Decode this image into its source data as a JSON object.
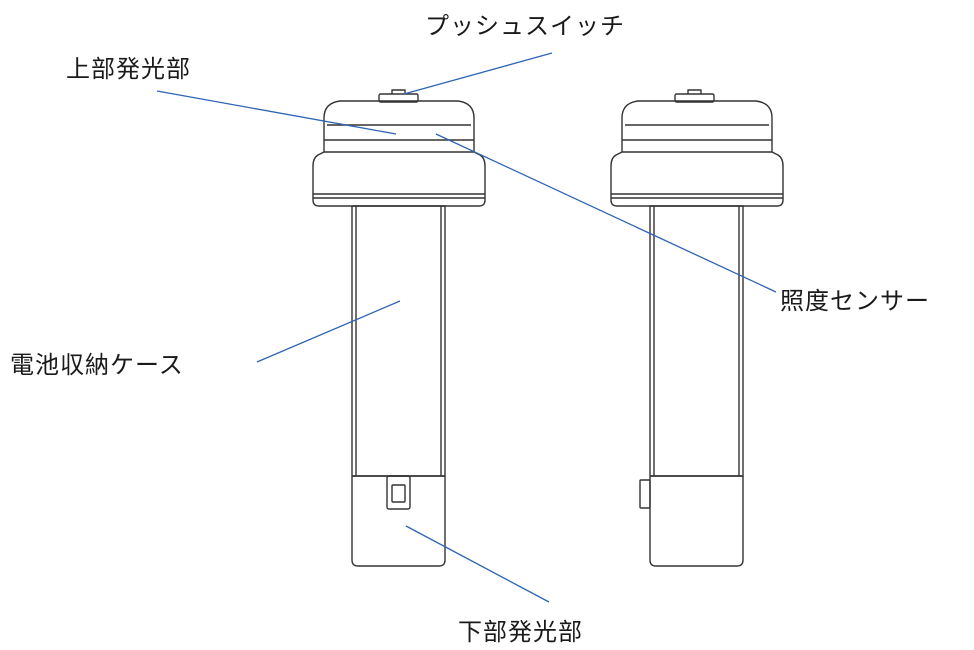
{
  "labels": {
    "push_switch": "プッシュスイッチ",
    "upper_light": "上部発光部",
    "lux_sensor": "照度センサー",
    "battery_case": "電池収納ケース",
    "lower_light": "下部発光部"
  },
  "colors": {
    "leader_line": "#2e64b4",
    "outline": "#333333",
    "text": "#1a1a1a",
    "background": "#ffffff"
  }
}
